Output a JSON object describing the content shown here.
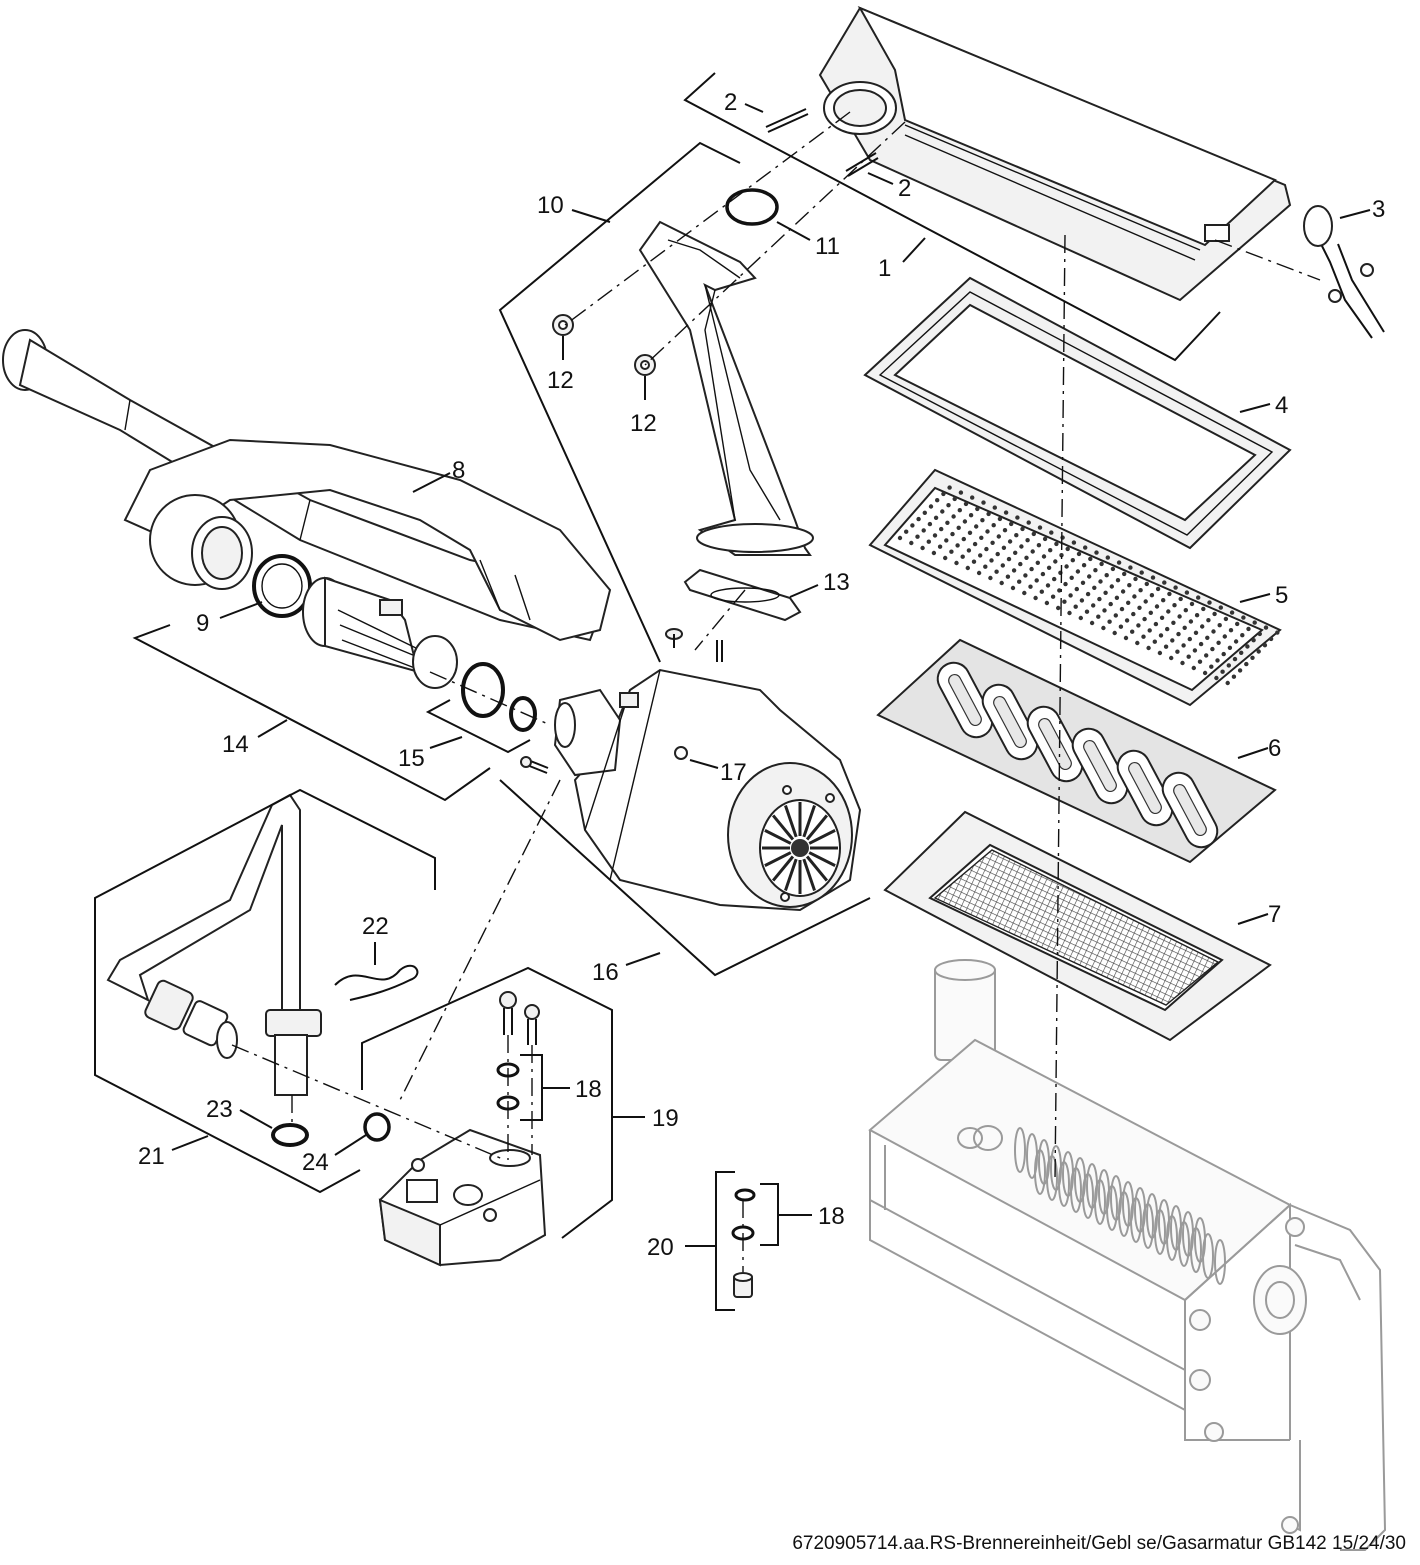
{
  "caption": "6720905714.aa.RS-Brennereinheit/Gebl se/Gasarmatur GB142 15/24/30",
  "callouts": [
    {
      "id": "1",
      "text": "1"
    },
    {
      "id": "2a",
      "text": "2"
    },
    {
      "id": "2b",
      "text": "2"
    },
    {
      "id": "3",
      "text": "3"
    },
    {
      "id": "4",
      "text": "4"
    },
    {
      "id": "5",
      "text": "5"
    },
    {
      "id": "6",
      "text": "6"
    },
    {
      "id": "7",
      "text": "7"
    },
    {
      "id": "8",
      "text": "8"
    },
    {
      "id": "9",
      "text": "9"
    },
    {
      "id": "10",
      "text": "10"
    },
    {
      "id": "11",
      "text": "11"
    },
    {
      "id": "12a",
      "text": "12"
    },
    {
      "id": "12b",
      "text": "12"
    },
    {
      "id": "13",
      "text": "13"
    },
    {
      "id": "14",
      "text": "14"
    },
    {
      "id": "15",
      "text": "15"
    },
    {
      "id": "16",
      "text": "16"
    },
    {
      "id": "17",
      "text": "17"
    },
    {
      "id": "18a",
      "text": "18"
    },
    {
      "id": "18b",
      "text": "18"
    },
    {
      "id": "19",
      "text": "19"
    },
    {
      "id": "20",
      "text": "20"
    },
    {
      "id": "21",
      "text": "21"
    },
    {
      "id": "22",
      "text": "22"
    },
    {
      "id": "23",
      "text": "23"
    },
    {
      "id": "24",
      "text": "24"
    }
  ]
}
